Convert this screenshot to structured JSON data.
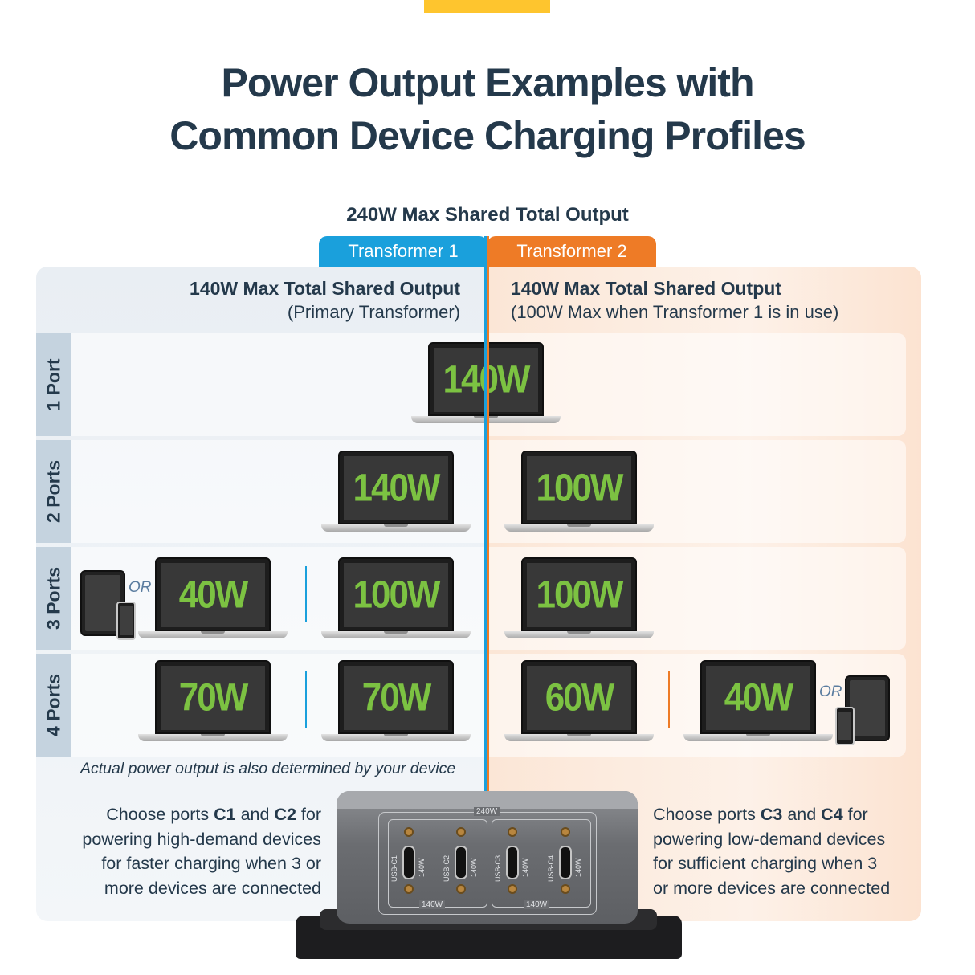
{
  "title_lines": [
    "Power Output Examples with",
    "Common Device Charging Profiles"
  ],
  "total_output_label": "240W Max Shared Total Output",
  "tabs": {
    "transformer1": "Transformer 1",
    "transformer2": "Transformer 2"
  },
  "colors": {
    "accent_yellow": "#fec52e",
    "transformer1_blue": "#1aa0dc",
    "transformer2_orange": "#ee7b26",
    "wattage_green": "#7cc242",
    "text_navy": "#24394b"
  },
  "left_header": {
    "title": "140W Max Total Shared Output",
    "subtitle": "(Primary Transformer)"
  },
  "right_header": {
    "title": "140W Max Total Shared Output",
    "subtitle": "(100W Max when Transformer 1 is in use)"
  },
  "rows": [
    {
      "label": "1 Port",
      "devices": [
        "140W"
      ]
    },
    {
      "label": "2 Ports",
      "devices": [
        "140W",
        "100W"
      ]
    },
    {
      "label": "3 Ports",
      "devices": [
        "40W",
        "100W",
        "100W"
      ],
      "or": "OR"
    },
    {
      "label": "4 Ports",
      "devices": [
        "70W",
        "70W",
        "60W",
        "40W"
      ],
      "or": "OR"
    }
  ],
  "note": "Actual power output is also determined by your device",
  "left_desc": {
    "line1_pre": "Choose ports ",
    "port_a": "C1",
    "and": " and ",
    "port_b": "C2",
    "line1_post": " for",
    "line2": "powering high-demand devices",
    "line3": "for faster charging when 3 or",
    "line4": "more devices are connected"
  },
  "right_desc": {
    "line1_pre": "Choose ports ",
    "port_a": "C3",
    "and": " and ",
    "port_b": "C4",
    "line1_post": " for",
    "line2": "powering low-demand devices",
    "line3": "for sufficient charging when 3",
    "line4": "or more devices are connected"
  },
  "charger": {
    "total": "240W",
    "group_label": "140W",
    "ports": [
      "USB-C1",
      "USB-C2",
      "USB-C3",
      "USB-C4"
    ],
    "port_watt": "140W"
  }
}
